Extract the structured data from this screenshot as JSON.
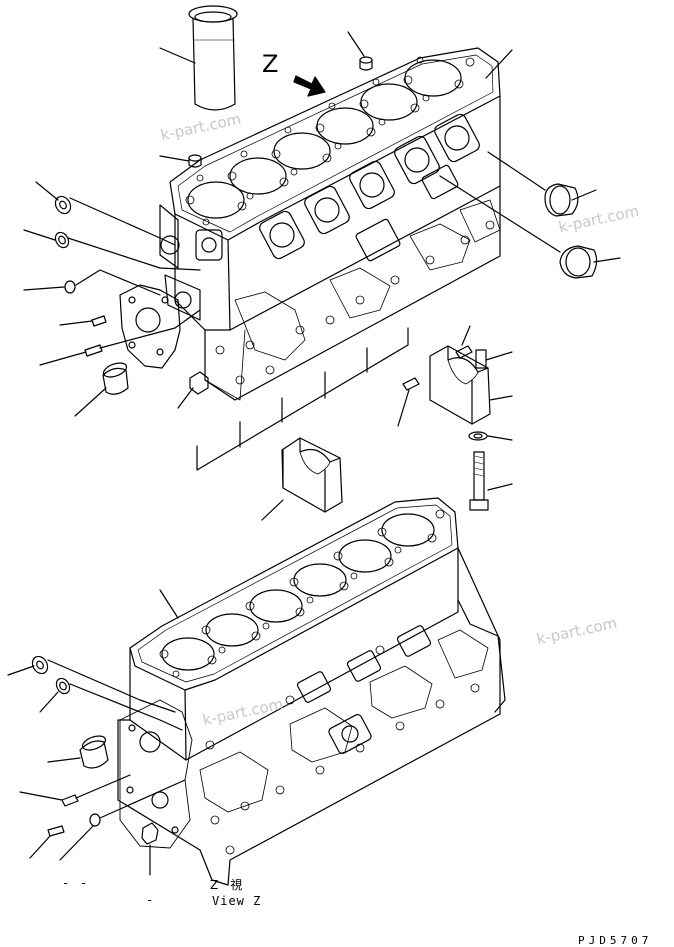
{
  "view_marker": "Z",
  "view_caption_jp": "Z　視",
  "view_caption_en": "View Z",
  "drawing_code": "PJD5707",
  "watermarks": [
    "k-part.com",
    "k-part.com",
    "k-part.com",
    "k-part.com"
  ],
  "dash_marks": [
    "-",
    "-",
    "-"
  ]
}
